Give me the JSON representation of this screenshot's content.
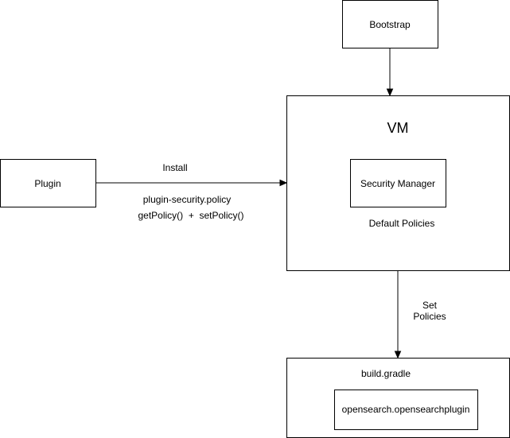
{
  "nodes": {
    "bootstrap": {
      "label": "Bootstrap"
    },
    "vm": {
      "label": "VM",
      "note": "Default Policies"
    },
    "security_manager": {
      "label": "Security Manager"
    },
    "plugin": {
      "label": "Plugin"
    },
    "build_gradle": {
      "label": "build.gradle"
    },
    "opensearch_plugin": {
      "label": "opensearch.opensearchplugin"
    }
  },
  "edges": {
    "plugin_to_vm": {
      "label": "Install",
      "detail_line1": "plugin-security.policy",
      "detail_line2": "getPolicy()  +  setPolicy()"
    },
    "bootstrap_to_vm": {},
    "vm_to_build": {
      "label_line1": "Set",
      "label_line2": "Policies"
    }
  },
  "colors": {
    "stroke": "#000000",
    "fill": "#ffffff",
    "text": "#000000"
  }
}
